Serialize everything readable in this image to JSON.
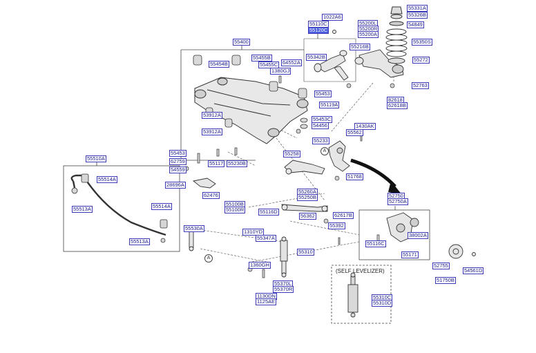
{
  "colors": {
    "label_border": "#3a3ab8",
    "label_text": "#1a1a8c",
    "highlight_fill": "#4c5fe0",
    "highlight_fill_light": "#6f7de6",
    "line": "#444444"
  },
  "labels": {
    "p55331A": "55331A",
    "p55326B": "55326B",
    "p54849": "54849",
    "p1022A6": "1022A6",
    "p55110C": "55110C",
    "p55120C": "55120C",
    "p55200L": "55200L",
    "p55200R": "55200R",
    "p55200A": "55200A",
    "p55350S": "55350S",
    "p55400": "55400",
    "p55216B": "55216B",
    "p55342B": "55342B",
    "p55272": "55272",
    "p55454B": "55454B",
    "p55455B": "55455B",
    "p55455C": "55455C",
    "p64552A": "64552A",
    "p1380GJ": "1380GJ",
    "p55453": "55453",
    "p52763": "52763",
    "p82618": "82618",
    "p62618B": "62618B",
    "p53912A_1": "53912A",
    "p55119A": "55119A",
    "p53912A_2": "53912A",
    "p55453C": "55453C",
    "p54456": "54456",
    "p1430AK": "1430AK",
    "p55562": "55562",
    "p55233": "55233",
    "p55453_2": "55453",
    "p62759": "62759",
    "p54559": "54559",
    "p55117": "55117",
    "p55230B": "55230B",
    "p55258": "55258",
    "p55510A": "55510A",
    "p55514A_1": "55514A",
    "p55513A_1": "55513A",
    "p55514A_2": "55514A",
    "p55513A_2": "55513A",
    "p28696A": "28696A",
    "p62476": "62476",
    "p51768": "51768",
    "p55260A": "55260A",
    "p55250B": "55250B",
    "p52750": "52750",
    "p52750A": "52750A",
    "p55100B": "55100B",
    "p55100R": "55100R",
    "p55116D": "55116D",
    "p56362": "56362",
    "p62617B": "62617B",
    "p55530A": "55530A",
    "p55392": "55392",
    "p1310YD": "1310YD",
    "p55347A": "55347A",
    "p55116C": "55116C",
    "p38002A": "38002A",
    "p55310": "55310",
    "p55171": "55171",
    "p1360GH": "1360GH",
    "p52755": "52755",
    "p54561D": "54561D",
    "p51750B": "51750B",
    "p55370L": "55370L",
    "p55370R": "55370R",
    "p1130DN": "1130DN",
    "p1125AE": "1125AE",
    "p55310C": "55310C",
    "p55310D": "55310D"
  },
  "self_levelizer": {
    "caption": "(SELF LEVELIZER)"
  },
  "markers": {
    "a1": "A",
    "a2": "A"
  }
}
